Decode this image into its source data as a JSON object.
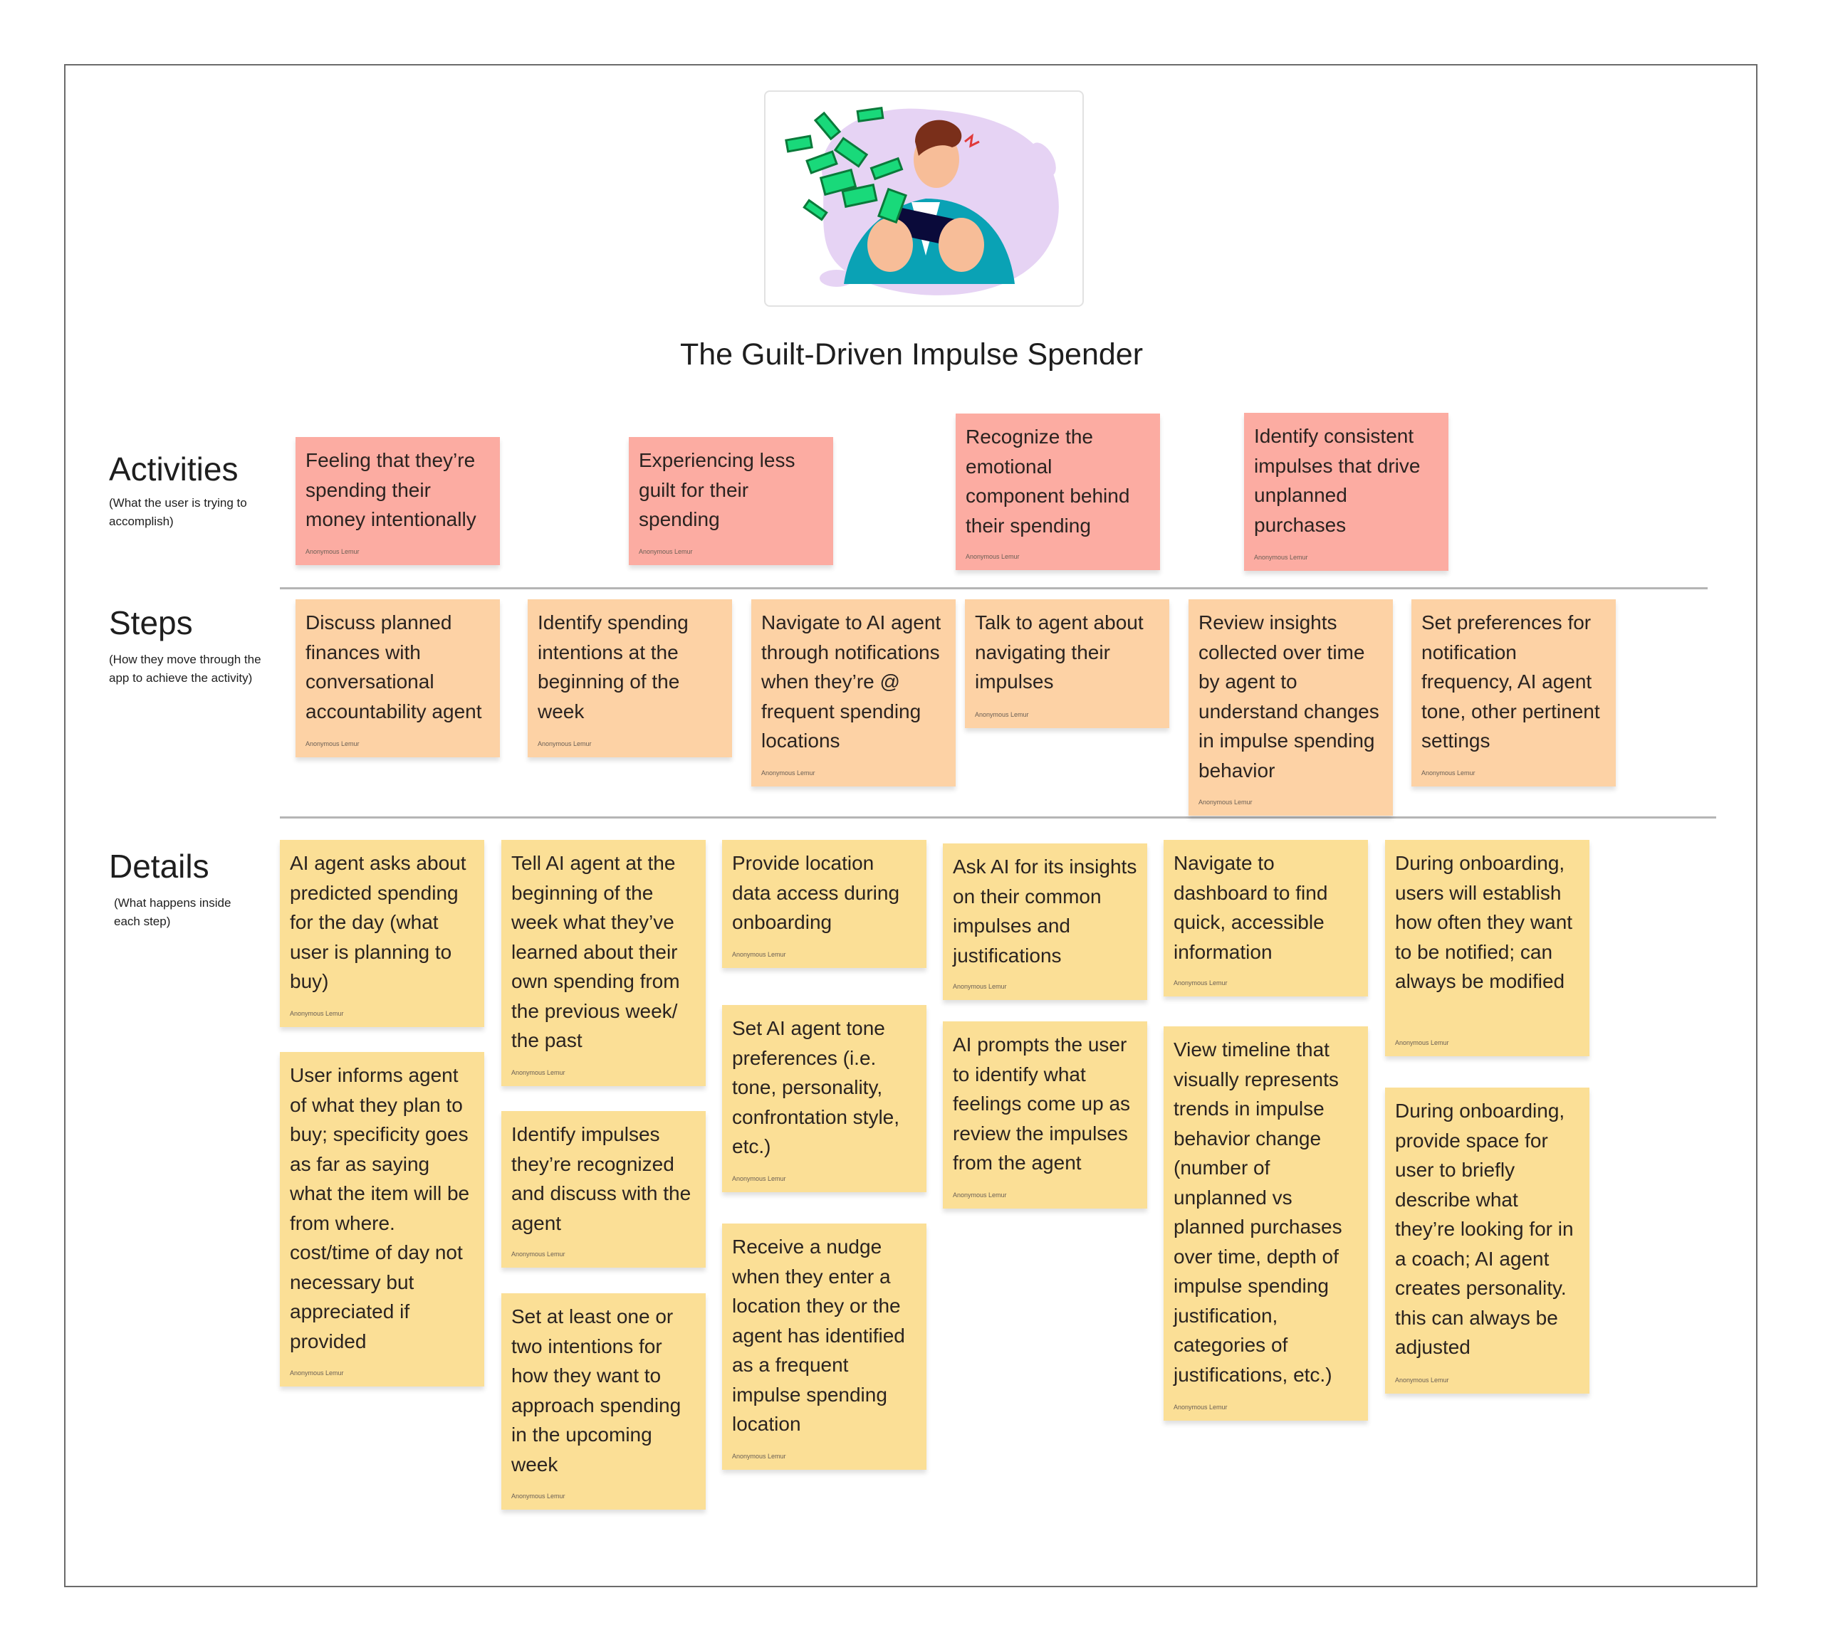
{
  "title": "The Guilt-Driven Impulse Spender",
  "author": "Anonymous Lemur",
  "colors": {
    "activity": "#fcaca2",
    "step": "#fdd2a5",
    "detail": "#fbdf96"
  },
  "sections": {
    "activities": {
      "label": "Activities",
      "sub": "(What the user is trying to accomplish)"
    },
    "steps": {
      "label": "Steps",
      "sub": "(How they move through the app to achieve the activity)"
    },
    "details": {
      "label": "Details",
      "sub": "(What happens inside each step)"
    }
  },
  "activities": [
    "Feeling that they’re spending their money intentionally",
    "Experiencing less guilt for their spending",
    "Recognize the emotional component behind their spending",
    "Identify consistent impulses that drive unplanned purchases"
  ],
  "steps": [
    "Discuss planned finances with conversational accountability agent",
    "Identify spending intentions at the beginning of the week",
    "Navigate to AI agent through notifications when they’re @ frequent spending locations",
    "Talk to agent about navigating their impulses",
    "Review insights collected over time by agent to understand changes in impulse spending behavior",
    "Set preferences for notification frequency, AI agent tone, other pertinent settings"
  ],
  "details": [
    "AI agent asks about predicted spending for the day (what user is planning to buy)",
    "User informs agent of what they plan to buy; specificity goes as far as saying what the item will be from where. cost/time of day not necessary but appreciated if provided",
    "Tell AI agent at the beginning of the week what they’ve learned about their own spending from the previous week/ the past",
    "Identify impulses they’re recognized and discuss with the agent",
    "Set at least one or two intentions for how they want to approach spending in the upcoming week",
    "Provide location data access during onboarding",
    "Set AI agent tone preferences (i.e. tone, personality, confrontation style, etc.)",
    "Receive a nudge when they enter a location they or the agent has identified as a frequent impulse spending location",
    "Ask AI for its insights on their common impulses and justifications",
    "AI prompts the user to identify what feelings come up as review the impulses from the agent",
    "Navigate to dashboard to find quick, accessible information",
    "View timeline that visually represents trends in impulse behavior change (number of unplanned vs planned purchases over time, depth of impulse spending justification, categories of justifications, etc.)",
    "During onboarding, users will establish how often they want to be notified; can always be modified",
    "During onboarding, provide space for user to briefly describe what they’re looking for in a coach; AI agent creates personality. this can always be adjusted"
  ]
}
